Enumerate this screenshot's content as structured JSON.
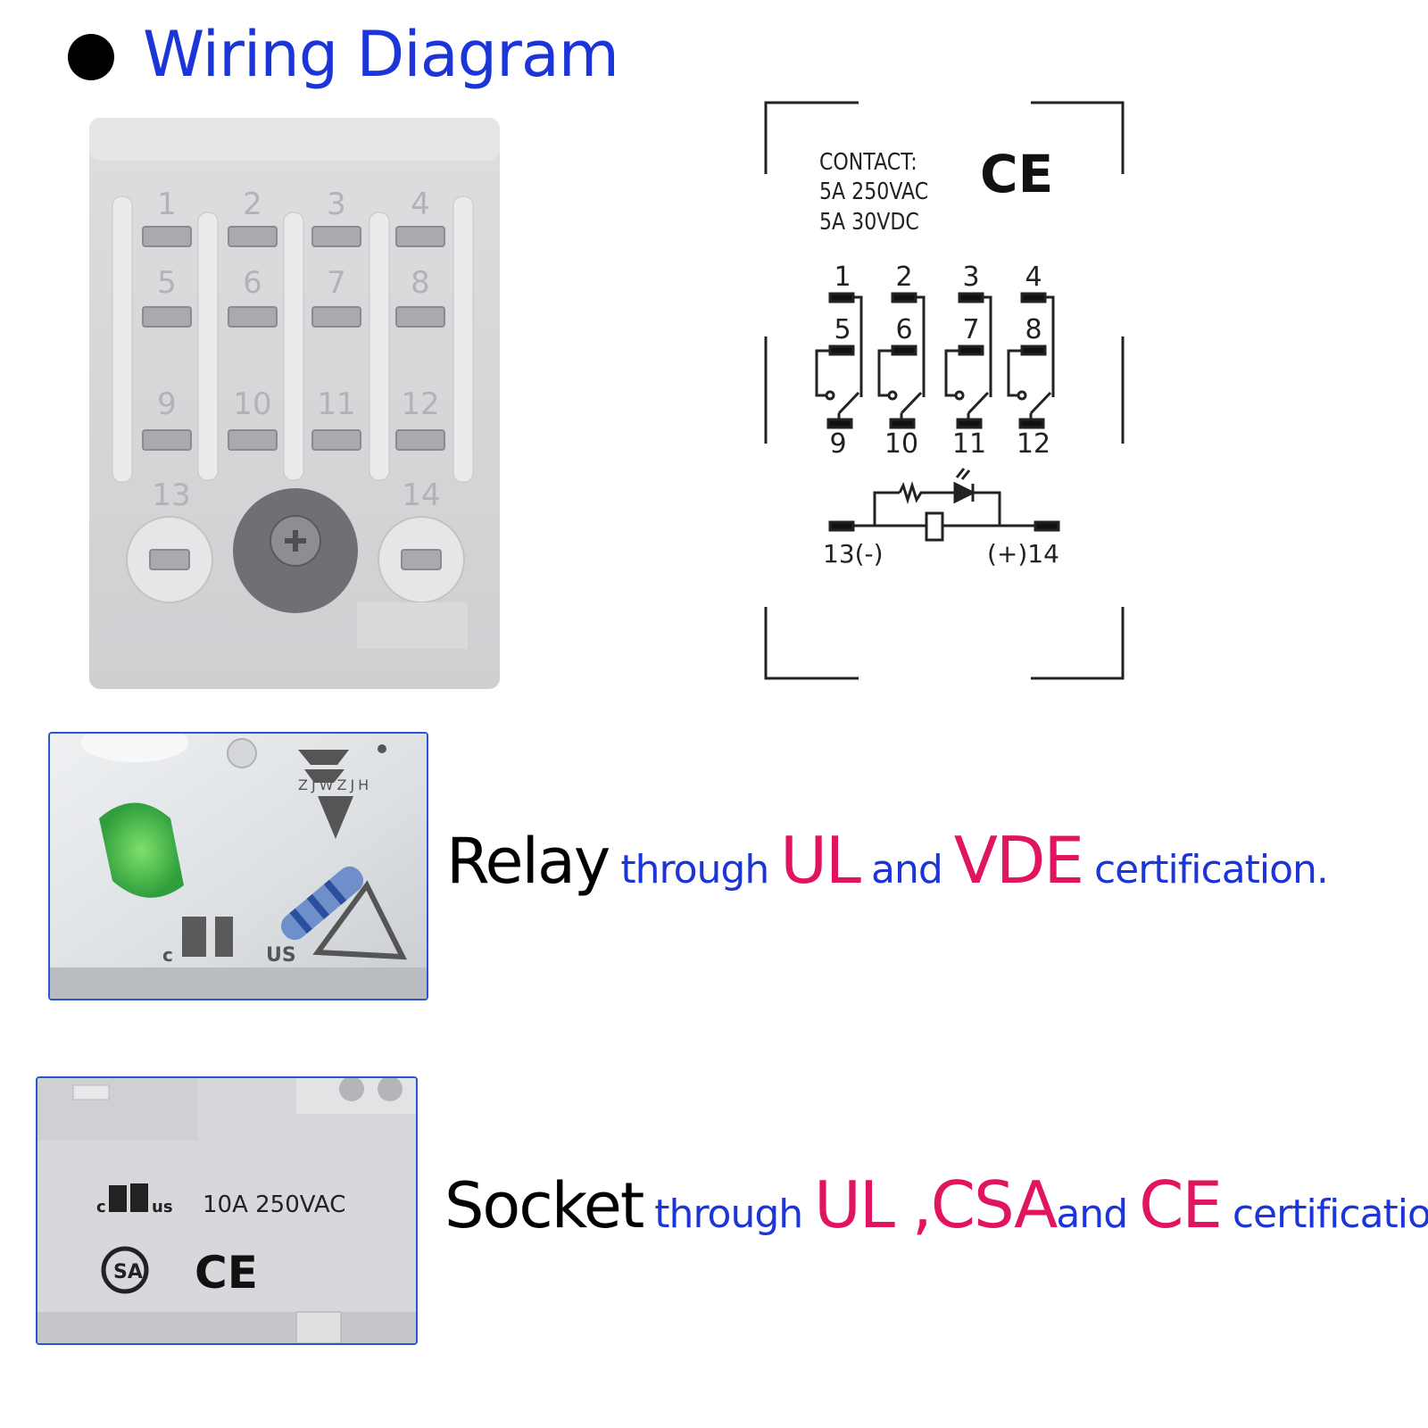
{
  "header": {
    "title": "Wiring Diagram"
  },
  "socket_photo": {
    "terminal_numbers": [
      "1",
      "2",
      "3",
      "4",
      "5",
      "6",
      "7",
      "8",
      "9",
      "10",
      "11",
      "12",
      "13",
      "14"
    ]
  },
  "schematic": {
    "contact_label": "CONTACT:",
    "rating_ac": "5A 250VAC",
    "rating_dc": "5A 30VDC",
    "ce_mark": "CE",
    "top_numbers": [
      "1",
      "2",
      "3",
      "4"
    ],
    "mid_numbers": [
      "5",
      "6",
      "7",
      "8"
    ],
    "bottom_numbers": [
      "9",
      "10",
      "11",
      "12"
    ],
    "coil_left": "13(-)",
    "coil_right": "(+)14"
  },
  "relay_photo": {
    "brand": "ZJWZJH",
    "ul_c": "c",
    "ul_us": "US"
  },
  "relay_cert": {
    "subject": "Relay",
    "word1": " through ",
    "cert1": "UL",
    "word2": " and ",
    "cert2": "VDE",
    "word3": " certification."
  },
  "socket_label_photo": {
    "ul_c": "c",
    "ul_us": "us",
    "rating": "10A 250VAC",
    "ce_mark": "CE",
    "csa_mark": "SA"
  },
  "socket_cert": {
    "subject": "Socket",
    "word1": " through ",
    "cert1": "UL",
    "comma": " ,",
    "cert2": "CSA",
    "word2": "and ",
    "cert3": "CE",
    "word3": " certification."
  },
  "colors": {
    "accent_blue": "#1c35d8",
    "accent_pink": "#e0145f",
    "frame_blue": "#2d55d2"
  }
}
